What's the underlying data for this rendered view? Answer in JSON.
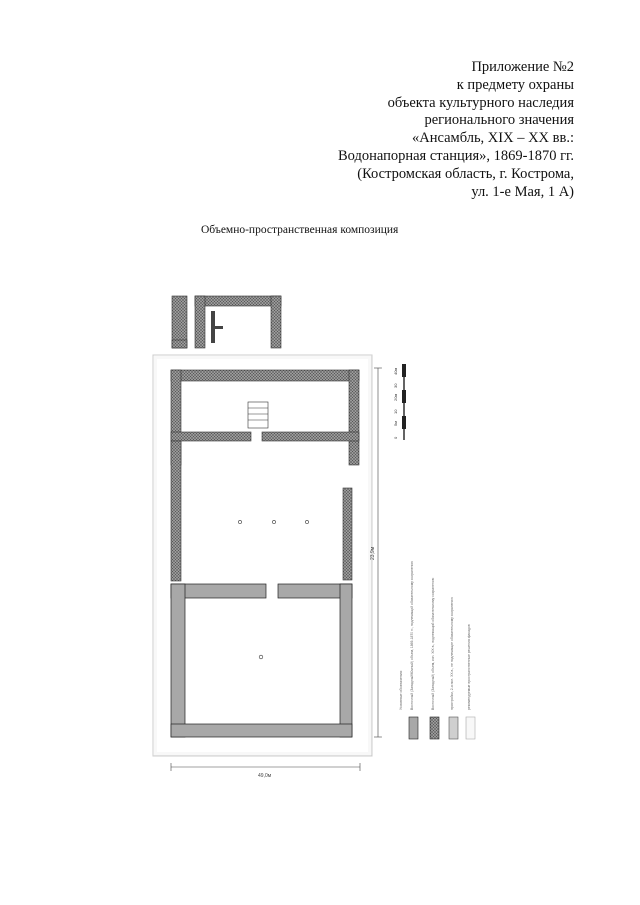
{
  "header": {
    "lines": [
      "Приложение №2",
      "к предмету охраны",
      "объекта культурного наследия",
      "регионального значения",
      "«Ансамбль, XIX – XX вв.:",
      "Водонапорная  станция», 1869-1870 гг.",
      "(Костромская область, г. Кострома,",
      "ул. 1-е Мая, 1 А)"
    ]
  },
  "subtitle": "Объемно-пространственная композиция",
  "plan": {
    "width_dim": "49,0м",
    "depth_dim": "23,9м",
    "scale_labels": [
      "0",
      "5м",
      "10",
      "20м",
      "30",
      "40м"
    ]
  },
  "legend": {
    "title": "Условные обозначения:",
    "items": [
      {
        "text": "Восточный (Западный/Южный) объем, 1869-1870 гг., подлежащий обязательному сохранению",
        "pattern": "gray"
      },
      {
        "text": "Восточный (Западный) объем, кон. XIX в., подлежащий обязательному сохранению",
        "pattern": "hatch"
      },
      {
        "text": "пристройки, 2-я пол. XX в., не подлежащие обязательному сохранению",
        "pattern": "light"
      },
      {
        "text": "рекомендуемые пространственные решения фасадов",
        "pattern": "dotted"
      }
    ]
  },
  "colors": {
    "wall_hatch": "#8a8a8a",
    "wall_gray": "#a8a8a8",
    "outline": "#222222",
    "dim": "#444444"
  }
}
